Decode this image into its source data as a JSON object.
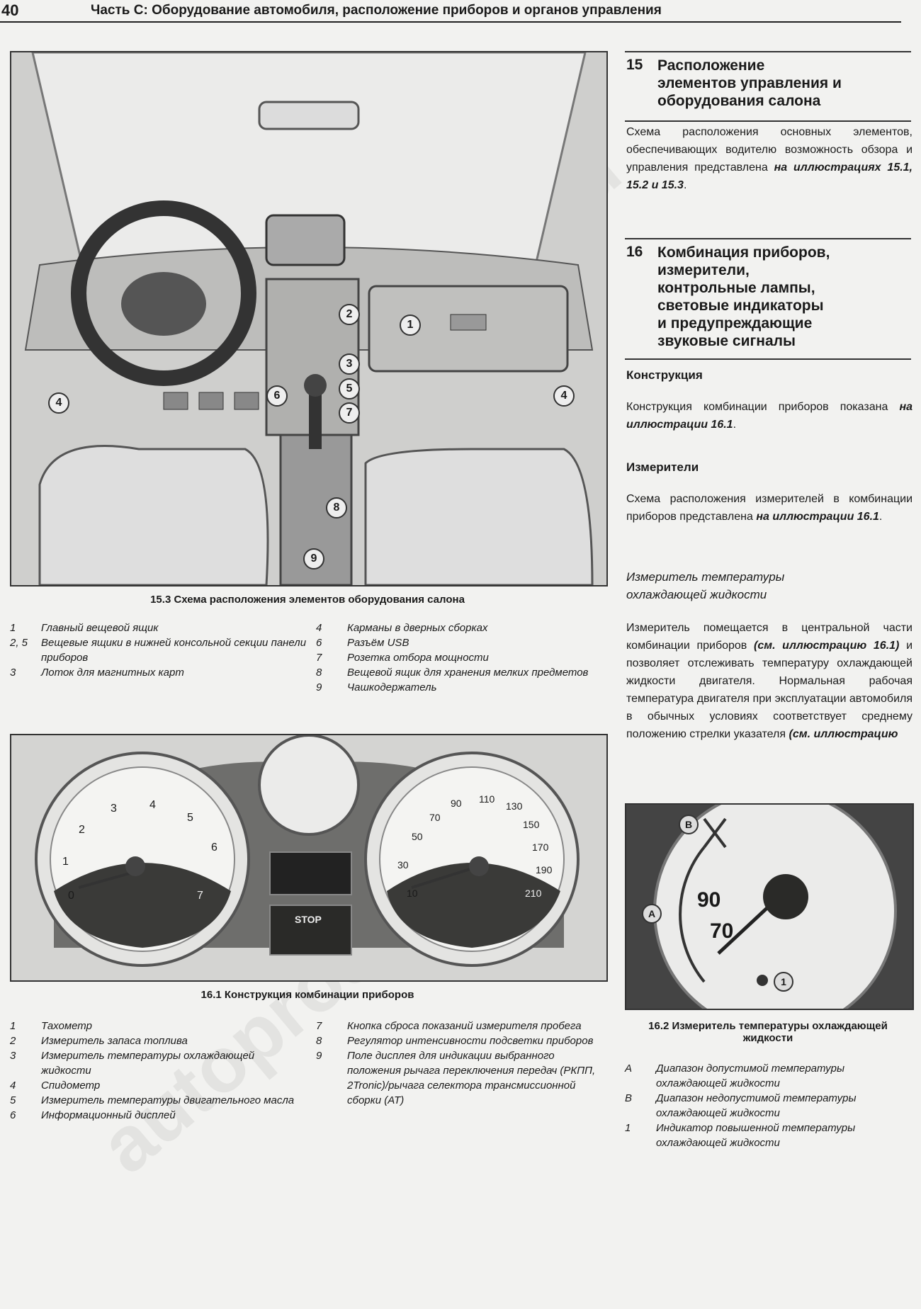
{
  "header": {
    "page_number": "40",
    "title": "Часть С: Оборудование автомобиля, расположение приборов и органов управления"
  },
  "fig153": {
    "caption": "15.3 Схема расположения элементов оборудования салона",
    "callouts": [
      "1",
      "2",
      "3",
      "4",
      "5",
      "6",
      "7",
      "8",
      "9"
    ],
    "legend_left": [
      {
        "num": "1",
        "text": "Главный вещевой ящик"
      },
      {
        "num": "2, 5",
        "text": "Вещевые ящики в нижней консольной секции панели приборов"
      },
      {
        "num": "3",
        "text": "Лоток для магнитных карт"
      }
    ],
    "legend_right": [
      {
        "num": "4",
        "text": "Карманы в дверных сборках"
      },
      {
        "num": "6",
        "text": "Разъём USB"
      },
      {
        "num": "7",
        "text": "Розетка отбора мощности"
      },
      {
        "num": "8",
        "text": "Вещевой ящик для хранения мелких предметов"
      },
      {
        "num": "9",
        "text": "Чашкодержатель"
      }
    ]
  },
  "fig161": {
    "caption": "16.1 Конструкция комбинации приборов",
    "tacho_ticks": [
      "0",
      "1",
      "2",
      "3",
      "4",
      "5",
      "6",
      "7"
    ],
    "speedo_ticks": [
      "10",
      "30",
      "50",
      "70",
      "90",
      "110",
      "130",
      "150",
      "170",
      "190",
      "210"
    ],
    "stop_label": "STOP",
    "legend_left": [
      {
        "num": "1",
        "text": "Тахометр"
      },
      {
        "num": "2",
        "text": "Измеритель запаса топлива"
      },
      {
        "num": "3",
        "text": "Измеритель температуры охлаждающей жидкости"
      },
      {
        "num": "4",
        "text": "Спидометр"
      },
      {
        "num": "5",
        "text": "Измеритель температуры двигательного масла"
      },
      {
        "num": "6",
        "text": "Информационный дисплей"
      }
    ],
    "legend_right": [
      {
        "num": "7",
        "text": "Кнопка сброса показаний измерителя пробега"
      },
      {
        "num": "8",
        "text": "Регулятор интенсивности подсветки приборов"
      },
      {
        "num": "9",
        "text": "Поле дисплея для индикации выбранного положения рычага переключения передач (РКПП, 2Tronic)/рычага селектора трансмиссионной сборки (AT)"
      }
    ]
  },
  "fig162": {
    "caption": "16.2 Измеритель температуры охлаждающей жидкости",
    "scale_labels": [
      "90",
      "70"
    ],
    "marks": [
      "A",
      "B",
      "1"
    ],
    "legend": [
      {
        "num": "A",
        "text": "Диапазон допустимой температуры охлаждающей жидкости"
      },
      {
        "num": "B",
        "text": "Диапазон недопустимой температуры охлаждающей жидкости"
      },
      {
        "num": "1",
        "text": "Индикатор повышенной температуры охлаждающей жидкости"
      }
    ]
  },
  "sec15": {
    "num": "15",
    "title": "Расположение\nэлементов управления и\nоборудования салона",
    "text_before": "Схема расположения основных элементов, обеспечивающих водителю возможность обзора и управления представлена ",
    "text_bold": "на иллюстрациях 15.1, 15.2 и 15.3",
    "text_after": "."
  },
  "sec16": {
    "num": "16",
    "title": "Комбинация приборов,\nизмерители,\nконтрольные лампы,\nсветовые индикаторы\nи предупреждающие\nзвуковые сигналы"
  },
  "construction": {
    "heading": "Конструкция",
    "text_before": "Конструкция комбинации приборов показана ",
    "text_bold": "на иллюстрации 16.1",
    "text_after": "."
  },
  "gauges": {
    "heading": "Измерители",
    "text_before": "Схема расположения измерителей в комбинации приборов представлена ",
    "text_bold": "на иллюстрации 16.1",
    "text_after": "."
  },
  "coolant": {
    "heading": "Измеритель температуры охлаждающей жидкости",
    "p1": "Измеритель помещается в центральной части комбинации приборов ",
    "p1_bold": "(см. иллюстрацию 16.1)",
    "p2": " и позволяет отслеживать температуру охлаждающей жидкости двигателя. Нормальная рабочая температура двигателя при эксплуатации автомобиля в обычных условиях соответствует среднему положению стрелки указателя ",
    "p2_bold": "(см. иллюстрацию"
  },
  "watermark": "autoprospekt.ru"
}
